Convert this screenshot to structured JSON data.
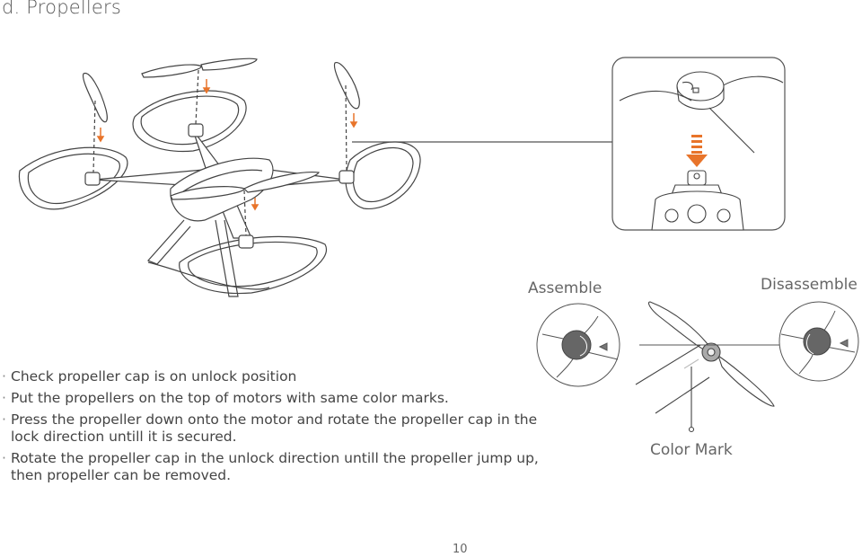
{
  "heading": "d. Propellers",
  "labels": {
    "assemble": "Assemble",
    "disassemble": "Disassemble",
    "color_mark": "Color Mark"
  },
  "instructions": [
    "Check propeller cap is on unlock position",
    "Put the propellers on the top of motors with same color marks.",
    "Press the propeller down onto the motor and rotate the propeller cap in the lock direction untill it is secured.",
    "Rotate the propeller cap in the unlock direction untill the propeller jump up, then propeller can be removed."
  ],
  "page_number": "10",
  "colors": {
    "arrow_orange": "#e8742a",
    "line_gray": "#555555"
  }
}
